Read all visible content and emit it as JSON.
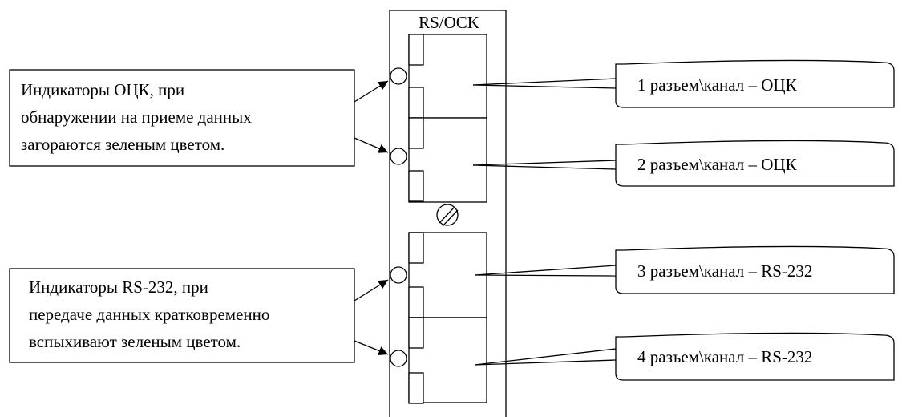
{
  "panel": {
    "title": "RS/OCK"
  },
  "notes": {
    "ock": [
      "Индикаторы ОЦК, при",
      "обнаружении на приеме данных",
      "загораются зеленым цветом."
    ],
    "rs232": [
      "Индикаторы RS-232, при",
      "передаче данных кратковременно",
      "вспыхивают зеленым цветом."
    ]
  },
  "connectors": [
    {
      "label": "1 разъем\\канал – ОЦК"
    },
    {
      "label": "2 разъем\\канал – ОЦК"
    },
    {
      "label": "3 разъем\\канал – RS-232"
    },
    {
      "label": "4 разъем\\канал – RS-232"
    }
  ],
  "colors": {
    "stroke": "#000000",
    "background": "#ffffff"
  },
  "icons": {
    "screw": "screw-icon",
    "indicator": "led-indicator-icon"
  }
}
